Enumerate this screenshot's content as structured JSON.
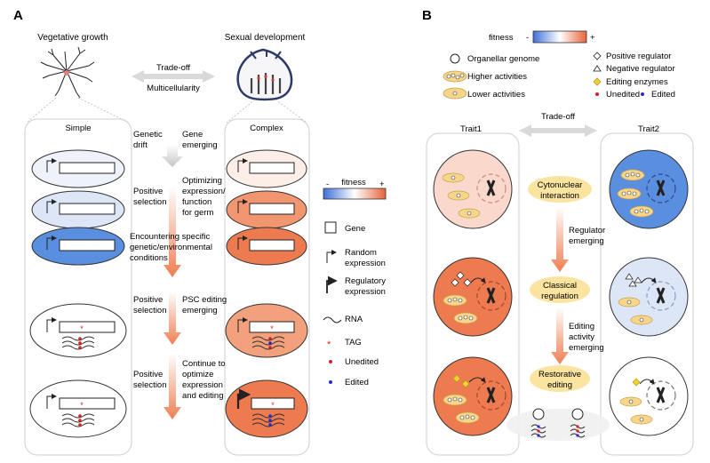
{
  "panel_a": {
    "label": "A",
    "left_title": "Vegetative growth",
    "right_title": "Sexual development",
    "tradeoff_top": "Trade-off",
    "tradeoff_bottom": "Multicellularity",
    "col_left": "Simple",
    "col_right": "Complex",
    "steps": [
      {
        "l1": "Genetic",
        "l2": "drift",
        "r1": "Gene",
        "r2": "emerging"
      },
      {
        "l1": "Positive",
        "l2": "selection",
        "r1": "Optimizing",
        "r2": "expression/",
        "r3": "function",
        "r4": "for germ"
      },
      {
        "f1": "Encountering specific",
        "f2": "genetic/environmental",
        "f3": "conditions"
      },
      {
        "l1": "Positive",
        "l2": "selection",
        "r1": "PSC editing",
        "r2": "emerging"
      },
      {
        "l1": "Positive",
        "l2": "selection",
        "r1": "Continue to",
        "r2": "optimize",
        "r3": "expression",
        "r4": "and editing"
      }
    ],
    "fitness_label": "fitness",
    "fitness_minus": "-",
    "fitness_plus": "+",
    "legend": {
      "gene": "Gene",
      "random_1": "Random",
      "random_2": "expression",
      "regulatory_1": "Regulatory",
      "regulatory_2": "expression",
      "rna": "RNA",
      "tag": "TAG",
      "unedited": "Unedited",
      "edited": "Edited"
    }
  },
  "panel_b": {
    "label": "B",
    "fitness_label": "fitness",
    "fitness_minus": "-",
    "fitness_plus": "+",
    "legend": {
      "organellar": "Organellar genome",
      "higher": "Higher activities",
      "lower": "Lower activities",
      "positive": "Positive regulator",
      "negative": "Negative regulator",
      "editing": "Editing enzymes",
      "unedited": "Unedited",
      "edited": "Edited"
    },
    "tradeoff": "Trade-off",
    "trait1": "Trait1",
    "trait2": "Trait2",
    "stages": [
      {
        "l1": "Cytonuclear",
        "l2": "interaction"
      },
      {
        "l1": "Classical",
        "l2": "regulation"
      },
      {
        "l1": "Restorative",
        "l2": "editing"
      }
    ],
    "steps": [
      {
        "l1": "Regulator",
        "l2": "emerging"
      },
      {
        "l1": "Editing",
        "l2": "activity",
        "l3": "emerging"
      }
    ]
  },
  "colors": {
    "arrow_orange": "#ef8a5c",
    "cell_light_red": "#fbd8cc",
    "cell_red": "#ee7a50",
    "cell_blue": "#5a8fe0",
    "cell_light_blue": "#dce6f7",
    "cell_pale_blue": "#eef2fb",
    "organelle_yellow": "#f7d58a",
    "stage_ellipse": "#fbe3a0"
  }
}
